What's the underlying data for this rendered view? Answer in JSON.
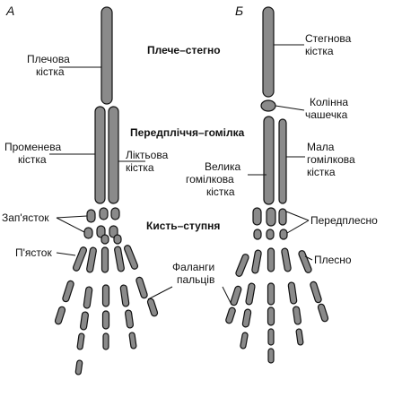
{
  "letters": {
    "left": "А",
    "right": "Б"
  },
  "headings": {
    "shoulder_thigh": "Плече–стегно",
    "forearm_shin": "Передпліччя–гомілка",
    "hand_foot": "Кисть–ступня"
  },
  "labels_left": {
    "humerus": [
      "Плечова",
      "кістка"
    ],
    "radius": [
      "Променева",
      "кістка"
    ],
    "ulna": [
      "Ліктьова",
      "кістка"
    ],
    "carpus": "Зап'ясток",
    "metacarpus": "П'ясток"
  },
  "labels_center": {
    "phalanges": [
      "Фаланги",
      "пальців"
    ]
  },
  "labels_right": {
    "femur": [
      "Стегнова",
      "кістка"
    ],
    "patella": [
      "Колінна",
      "чашечка"
    ],
    "tibia": [
      "Велика",
      "гомілкова",
      "кістка"
    ],
    "fibula": [
      "Мала",
      "гомілкова",
      "кістка"
    ],
    "tarsus": "Передплесно",
    "metatarsus": "Плесно"
  },
  "colors": {
    "bone_fill": "#8a8a8a",
    "outline": "#111111",
    "background": "#ffffff"
  }
}
